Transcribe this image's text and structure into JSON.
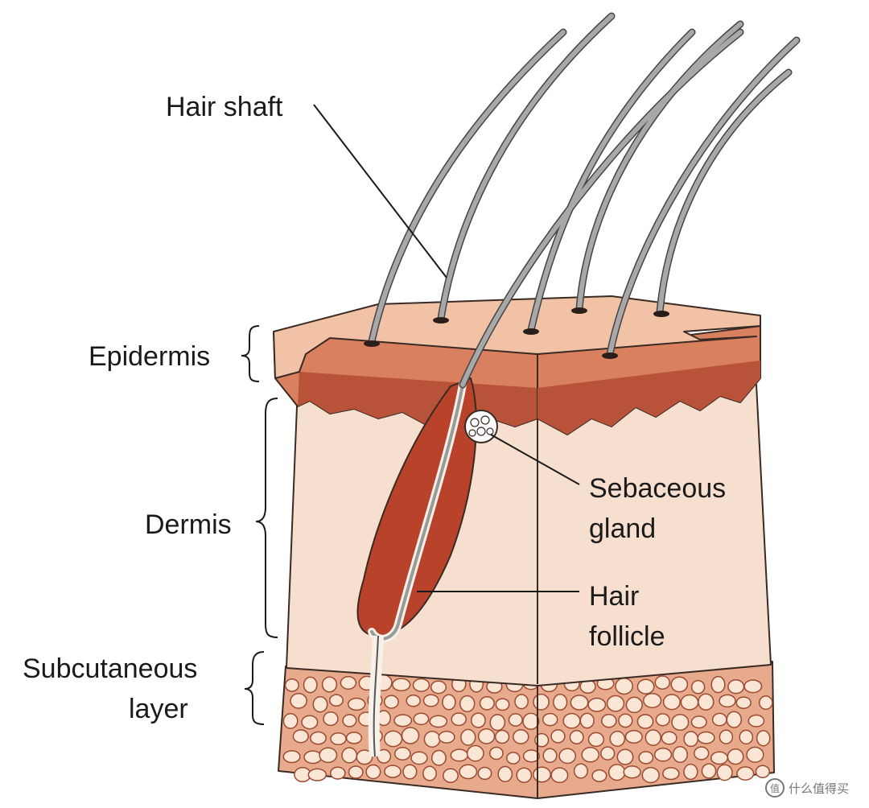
{
  "labels": {
    "hair_shaft": "Hair shaft",
    "epidermis": "Epidermis",
    "dermis": "Dermis",
    "subcutaneous_line1": "Subcutaneous",
    "subcutaneous_line2": "layer",
    "sebaceous_line1": "Sebaceous",
    "sebaceous_line2": "gland",
    "follicle_line1": "Hair",
    "follicle_line2": "follicle"
  },
  "watermark": {
    "icon": "zhi-badge-icon",
    "text": "什么值得买"
  },
  "colors": {
    "epidermis_top": "#f2c2a6",
    "epidermis_side": "#d9805f",
    "epidermis_dark": "#b8533a",
    "dermis": "#f7dfcf",
    "subcutaneous": "#e6a68a",
    "fat_cell": "#fbe6d6",
    "follicle": "#b8432a",
    "hair": "#9a9a9a"
  }
}
